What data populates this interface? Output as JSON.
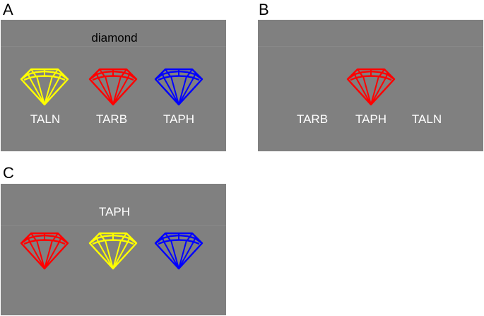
{
  "panels": {
    "a": {
      "letter": "A",
      "cue": "diamond",
      "gem_colors": [
        "#ffff00",
        "#ff0000",
        "#0000ff"
      ],
      "labels": [
        "TALN",
        "TARB",
        "TAPH"
      ]
    },
    "b": {
      "letter": "B",
      "gem_colors": [
        "#ff0000"
      ],
      "labels": [
        "TARB",
        "TAPH",
        "TALN"
      ]
    },
    "c": {
      "letter": "C",
      "cue": "TAPH",
      "gem_colors": [
        "#ff0000",
        "#ffff00",
        "#0000ff"
      ]
    }
  },
  "icons": {
    "gem": "diamond-gem-icon"
  },
  "colors": {
    "panel_bg": "#808080",
    "cue_dark": "#000000",
    "text_light": "#ffffff"
  }
}
